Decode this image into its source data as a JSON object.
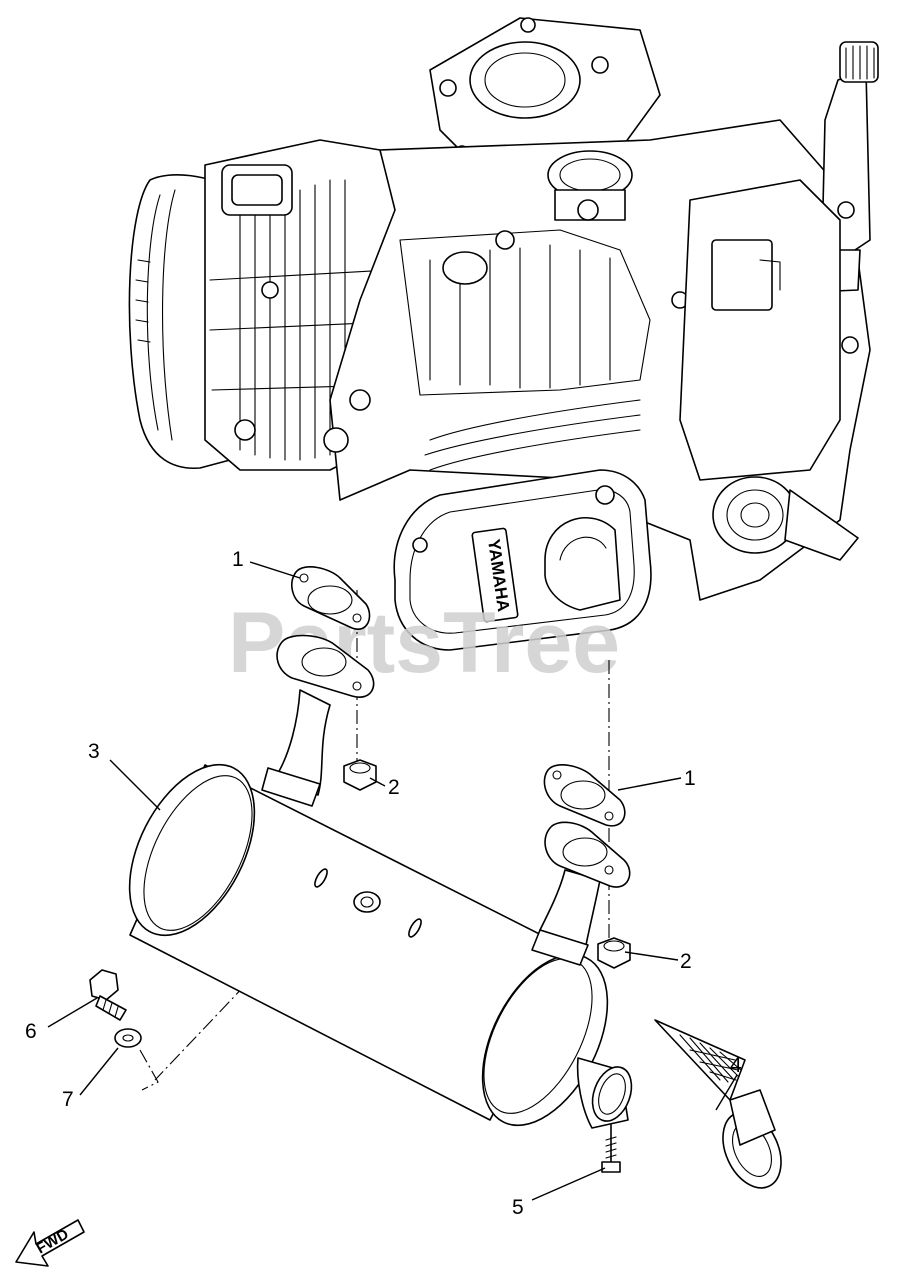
{
  "watermark": "PartsTree",
  "engine_badge": "YAMAHA",
  "fwd_label": "FWD",
  "callouts": [
    {
      "id": "c1a",
      "label": "1"
    },
    {
      "id": "c1b",
      "label": "1"
    },
    {
      "id": "c2a",
      "label": "2"
    },
    {
      "id": "c2b",
      "label": "2"
    },
    {
      "id": "c3",
      "label": "3"
    },
    {
      "id": "c4",
      "label": "4"
    },
    {
      "id": "c5",
      "label": "5"
    },
    {
      "id": "c6",
      "label": "6"
    },
    {
      "id": "c7",
      "label": "7"
    }
  ],
  "parts": [
    {
      "num": "1",
      "name": "gasket-icon"
    },
    {
      "num": "2",
      "name": "nut-icon"
    },
    {
      "num": "3",
      "name": "muffler-icon"
    },
    {
      "num": "4",
      "name": "spark-arrester-icon"
    },
    {
      "num": "5",
      "name": "screw-icon"
    },
    {
      "num": "6",
      "name": "bolt-icon"
    },
    {
      "num": "7",
      "name": "washer-icon"
    }
  ]
}
